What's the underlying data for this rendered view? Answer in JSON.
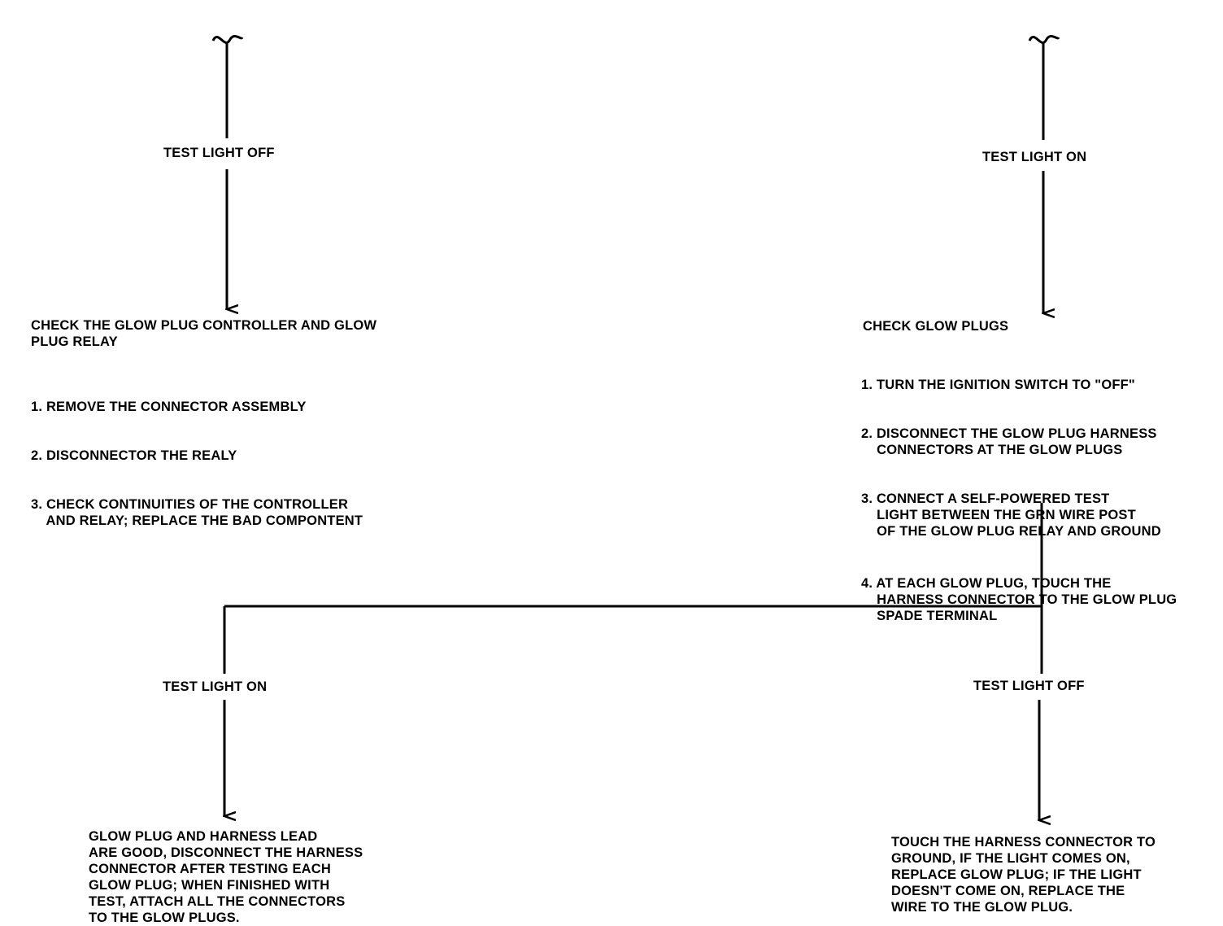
{
  "left_branch": {
    "top_label": "TEST LIGHT OFF",
    "box_title": "CHECK THE GLOW PLUG CONTROLLER AND GLOW\nPLUG RELAY",
    "steps": [
      "1. REMOVE THE CONNECTOR ASSEMBLY",
      "2. DISCONNECTOR THE REALY",
      "3. CHECK CONTINUITIES OF THE CONTROLLER\n    AND RELAY; REPLACE THE BAD COMPONTENT"
    ]
  },
  "right_branch": {
    "top_label": "TEST LIGHT ON",
    "box_title": "CHECK GLOW PLUGS",
    "steps": [
      "1. TURN THE IGNITION SWITCH TO \"OFF\"",
      "2. DISCONNECT THE GLOW PLUG HARNESS\n    CONNECTORS AT THE GLOW PLUGS",
      "3. CONNECT A SELF-POWERED TEST\n    LIGHT BETWEEN THE GRN WIRE POST\n    OF THE GLOW PLUG RELAY AND GROUND",
      "4. AT EACH GLOW PLUG, TOUCH THE\n    HARNESS CONNECTOR TO THE GLOW PLUG\n    SPADE TERMINAL"
    ]
  },
  "bottom_left": {
    "label": "TEST LIGHT ON",
    "result": "GLOW PLUG AND HARNESS LEAD\nARE GOOD, DISCONNECT THE HARNESS\nCONNECTOR AFTER TESTING EACH\nGLOW PLUG; WHEN FINISHED WITH\nTEST, ATTACH ALL THE CONNECTORS\nTO THE GLOW PLUGS."
  },
  "bottom_right": {
    "label": "TEST LIGHT OFF",
    "result": "TOUCH THE HARNESS CONNECTOR TO\nGROUND, IF THE LIGHT COMES ON,\nREPLACE GLOW PLUG; IF THE LIGHT\nDOESN'T COME ON, REPLACE THE\nWIRE TO THE GLOW PLUG."
  }
}
